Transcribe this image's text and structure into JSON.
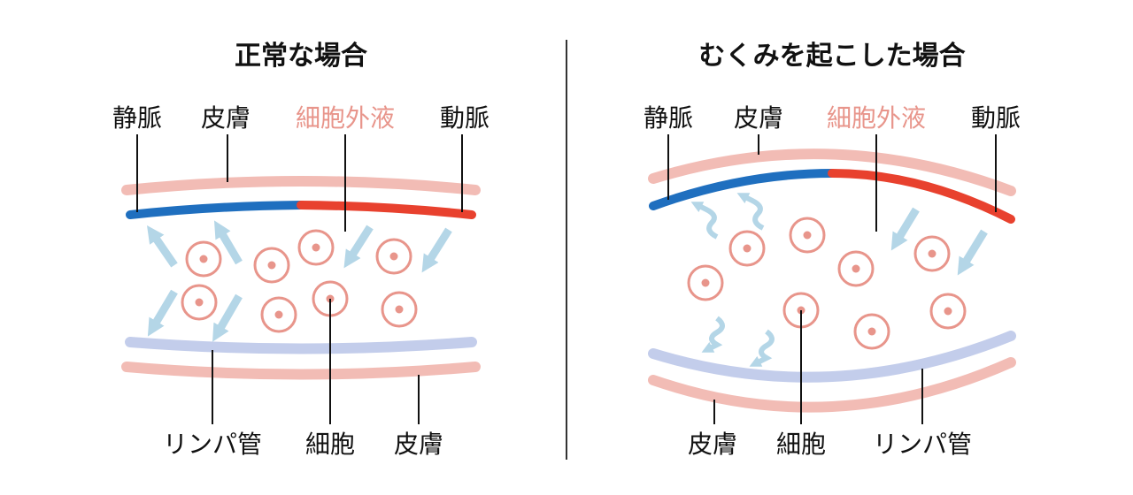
{
  "left_panel": {
    "title": "正常な場合",
    "labels": {
      "vein": "静脈",
      "skin_top": "皮膚",
      "extracellular_fluid": "細胞外液",
      "artery": "動脈",
      "lymph": "リンパ管",
      "cell": "細胞",
      "skin_bottom": "皮膚"
    }
  },
  "right_panel": {
    "title": "むくみを起こした場合",
    "labels": {
      "vein": "静脈",
      "skin_top": "皮膚",
      "extracellular_fluid": "細胞外液",
      "artery": "動脈",
      "skin_bottom": "皮膚",
      "cell": "細胞",
      "lymph": "リンパ管"
    }
  },
  "colors": {
    "vein": "#1f6fbf",
    "artery": "#e8412e",
    "skin": "#f2bcb5",
    "lymph": "#c3cdeb",
    "cell": "#e8958b",
    "arrow": "#b4d6e7",
    "extracellular_label": "#e8958b",
    "divider": "#333333"
  }
}
